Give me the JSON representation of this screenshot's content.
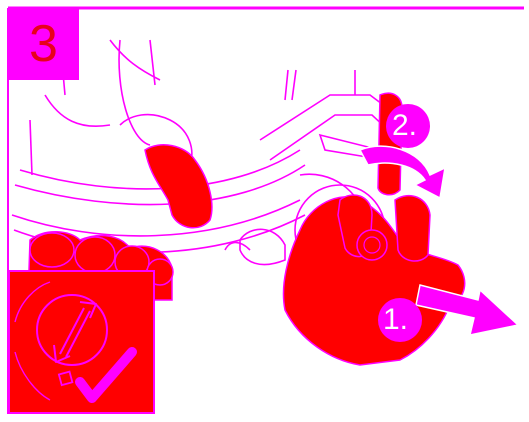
{
  "step": {
    "number": "3"
  },
  "callouts": [
    {
      "label": "1."
    },
    {
      "label": "2."
    }
  ],
  "colors": {
    "accent": "#ff00ff",
    "hand": "#ff0000",
    "outline": "#ff00ff",
    "background": "#ffffff"
  },
  "icons": {
    "inset_symbol": "up-down-arrow-icon",
    "inset_status": "checkmark-icon"
  }
}
